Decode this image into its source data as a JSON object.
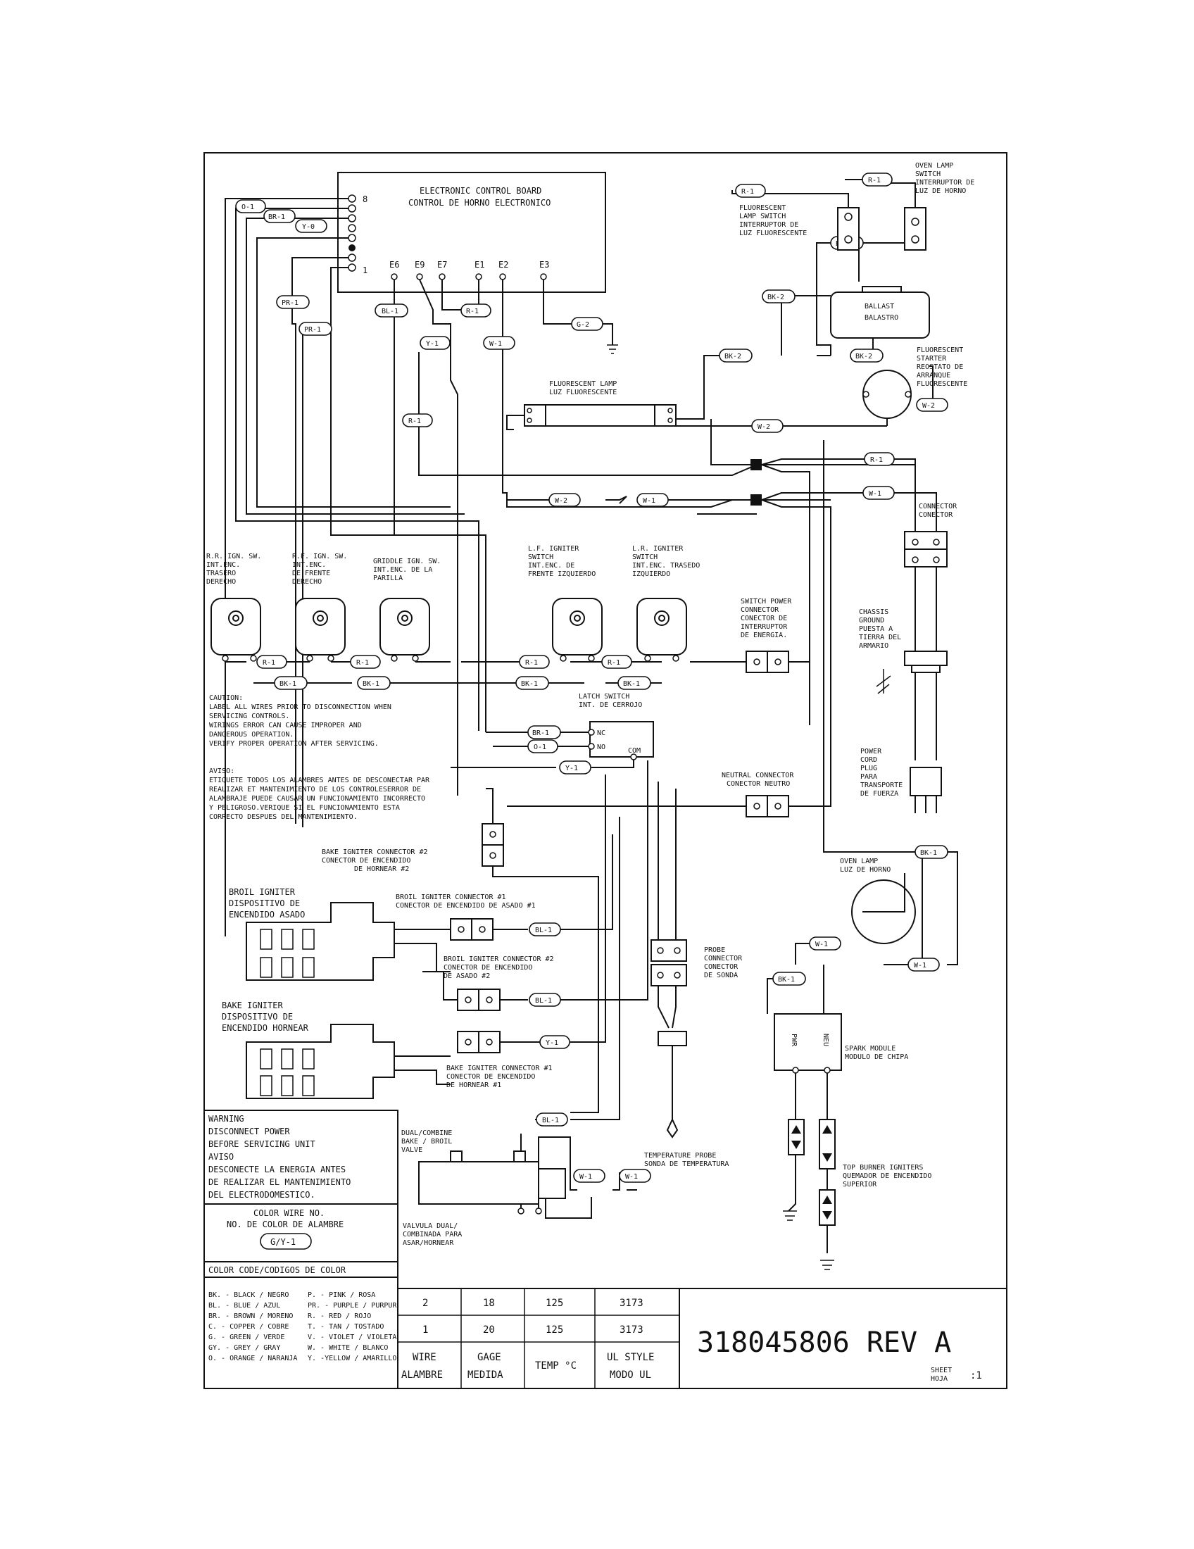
{
  "control_board": {
    "title": "ELECTRONIC CONTROL BOARD",
    "title_es": "CONTROL DE HORNO ELECTRONICO",
    "pin_top": "8",
    "pin_bottom": "1",
    "terminals": [
      "E6",
      "E9",
      "E7",
      "E1",
      "E2",
      "E3"
    ]
  },
  "wire_tags": {
    "o1": "O-1",
    "br1": "BR-1",
    "y0": "Y-0",
    "pr1": "PR-1",
    "bl1": "BL-1",
    "r1": "R-1",
    "y1": "Y-1",
    "w1": "W-1",
    "g2": "G-2",
    "bk1": "BK-1",
    "bk2": "BK-2",
    "w2": "W-2"
  },
  "components": {
    "oven_lamp_switch": [
      "OVEN LAMP",
      "SWITCH",
      "INTERRUPTOR DE",
      "LUZ DE HORNO"
    ],
    "fluorescent_lamp_switch": [
      "FLUORESCENT",
      "LAMP SWITCH",
      "INTERRUPTOR DE",
      "LUZ FLUORESCENTE"
    ],
    "ballast": [
      "BALLAST",
      "BALASTRO"
    ],
    "fluorescent_starter": [
      "FLUORESCENT",
      "STARTER",
      "REOSTATO DE",
      "ARRANQUE",
      "FLUORESCENTE"
    ],
    "fluorescent_lamp": [
      "FLUORESCENT LAMP",
      "LUZ FLUORESCENTE"
    ],
    "connector": [
      "CONNECTOR",
      "CONECTOR"
    ],
    "rr_ign_sw": [
      "R.R. IGN. SW.",
      "INT.ENC.",
      "TRASERO",
      "DERECHO"
    ],
    "rf_ign_sw": [
      "R.F. IGN. SW.",
      "INT.ENC.",
      "DE FRENTE",
      "DERECHO"
    ],
    "griddle_ign_sw": [
      "GRIDDLE IGN. SW.",
      "INT.ENC. DE LA",
      "PARILLA"
    ],
    "lf_igniter_switch": [
      "L.F. IGNITER",
      "SWITCH",
      "INT.ENC. DE",
      "FRENTE IZQUIERDO"
    ],
    "lr_igniter_switch": [
      "L.R. IGNITER",
      "SWITCH",
      "INT.ENC. TRASEDO",
      "IZQUIERDO"
    ],
    "switch_power_connector": [
      "SWITCH POWER",
      "CONNECTOR",
      "CONECTOR DE",
      "INTERRUPTOR",
      "DE ENERGIA."
    ],
    "chassis_ground": [
      "CHASSIS",
      "GROUND",
      "PUESTA A",
      "TIERRA DEL",
      "ARMARIO"
    ],
    "latch_switch": [
      "LATCH SWITCH",
      "INT. DE CERROJO"
    ],
    "latch_terms": [
      "NC",
      "NO",
      "COM"
    ],
    "power_cord": [
      "POWER",
      "CORD",
      "PLUG",
      "PARA",
      "TRANSPORTE",
      "DE FUERZA"
    ],
    "neutral_connector": [
      "NEUTRAL CONNECTOR",
      "CONECTOR NEUTRO"
    ],
    "bake_igniter_connector_2": [
      "BAKE IGNITER CONNECTOR #2",
      "CONECTOR DE ENCENDIDO",
      "DE HORNEAR #2"
    ],
    "oven_lamp": [
      "OVEN LAMP",
      "LUZ DE HORNO"
    ],
    "broil_igniter": [
      "BROIL IGNITER",
      "DISPOSITIVO DE",
      "ENCENDIDO ASADO"
    ],
    "broil_igniter_connector_1": [
      "BROIL IGNITER CONNECTOR #1",
      "CONECTOR DE ENCENDIDO DE ASADO #1"
    ],
    "broil_igniter_connector_2": [
      "BROIL IGNITER  CONNECTOR #2",
      "CONECTOR DE ENCENDIDO",
      "DE ASADO #2"
    ],
    "probe_connector": [
      "PROBE",
      "CONNECTOR",
      "CONECTOR",
      "DE SONDA"
    ],
    "bake_igniter": [
      "BAKE IGNITER",
      "DISPOSITIVO DE",
      "ENCENDIDO HORNEAR"
    ],
    "spark_module": [
      "SPARK MODULE",
      "MODULO DE CHIPA"
    ],
    "spark_terms": [
      "PWR",
      "NEU"
    ],
    "bake_igniter_connector_1": [
      "BAKE IGNITER CONNECTOR #1",
      "CONECTOR DE ENCENDIDO",
      "DE HORNEAR #1"
    ],
    "valve_top": [
      "DUAL/COMBINE",
      "BAKE / BROIL",
      "VALVE"
    ],
    "valve_bottom": [
      "VALVULA DUAL/",
      "COMBINADA PARA",
      "ASAR/HORNEAR"
    ],
    "temperature_probe": [
      "TEMPERATURE PROBE",
      "SONDA DE TEMPERATURA"
    ],
    "top_burner_igniters": [
      "TOP BURNER IGNITERS",
      "QUEMADOR DE ENCENDIDO",
      "SUPERIOR"
    ]
  },
  "caution": [
    "CAUTION:",
    "LABEL ALL WIRES PRIOR TO DISCONNECTION WHEN",
    "SERVICING CONTROLS.",
    "WIRINGS ERROR CAN CAUSE IMPROPER AND",
    "DANGEROUS OPERATION.",
    "VERIFY PROPER OPERATION AFTER SERVICING.",
    "AVISO:",
    "ETIQUETE TODOS LOS ALAMBRES ANTES DE DESCONECTAR PAR",
    "REALIZAR ET MANTENIMIENTO DE LOS CONTROLESERROR DE",
    "ALAMBRAJE PUEDE CAUSAR UN FUNCIONAMIENTO INCORRECTO",
    "Y PELIGROSO.VERIQUE SI EL FUNCIONAMIENTO ESTA",
    "CORRECTO DESPUES DEL MANTENIMIENTO."
  ],
  "warning": [
    "WARNING",
    "DISCONNECT POWER",
    "BEFORE SERVICING UNIT",
    "AVISO",
    "DESCONECTE LA ENERGIA ANTES",
    "DE REALIZAR EL MANTENIMIENTO",
    "DEL ELECTRODOMESTICO."
  ],
  "color_wire": {
    "line1": "COLOR WIRE NO.",
    "line2": "NO. DE COLOR DE ALAMBRE",
    "example": "G/Y-1"
  },
  "color_code": {
    "title": "COLOR CODE/CODIGOS DE COLOR",
    "left": [
      "BK. - BLACK / NEGRO",
      "BL. - BLUE / AZUL",
      "BR. - BROWN / MORENO",
      "C. - COPPER / COBRE",
      "G. - GREEN / VERDE",
      "GY. - GREY / GRAY",
      "O. - ORANGE / NARANJA"
    ],
    "right": [
      "P. - PINK / ROSA",
      "PR. - PURPLE / PURPURED",
      "R. - RED / ROJO",
      "T. - TAN / TOSTADO",
      "V. - VIOLET / VIOLETA",
      "W. - WHITE / BLANCO",
      "Y. -YELLOW / AMARILLO"
    ]
  },
  "spec_table": {
    "rows": [
      [
        "2",
        "18",
        "125",
        "3173"
      ],
      [
        "1",
        "20",
        "125",
        "3173"
      ]
    ],
    "headers": [
      [
        "WIRE",
        "ALAMBRE"
      ],
      [
        "GAGE",
        "MEDIDA"
      ],
      [
        "TEMP °C"
      ],
      [
        "UL STYLE",
        "MODO UL"
      ]
    ]
  },
  "doc_number": "318045806 REV A",
  "sheet": [
    "SHEET",
    "HOJA",
    ":1"
  ]
}
